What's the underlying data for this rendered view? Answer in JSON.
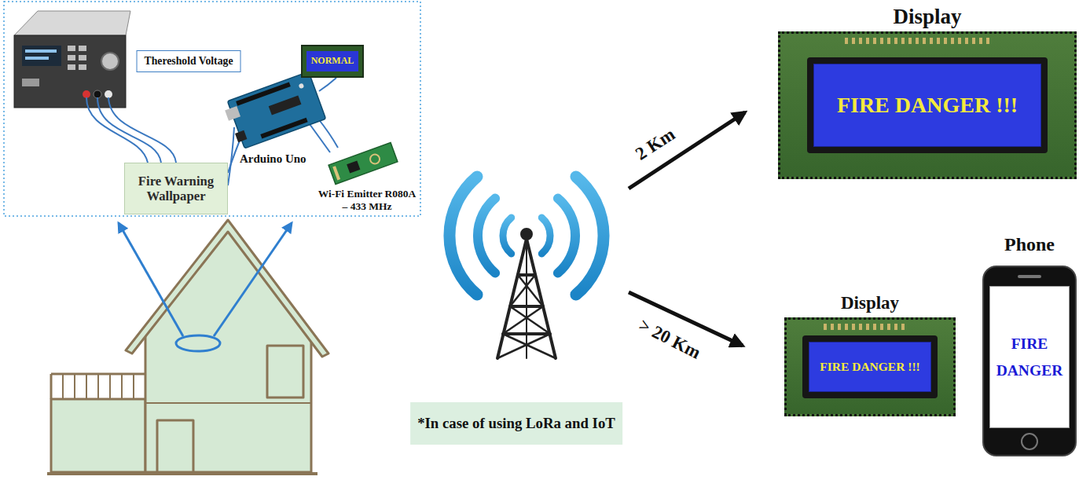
{
  "diagram": {
    "nodes": [
      {
        "text": [
          "Thereshold Voltage"
        ]
      },
      {
        "text": [
          "NORMAL"
        ]
      },
      {
        "text": [
          "Fire Warning Wallpaper"
        ]
      },
      {
        "text": [
          "*In case of using LoRa and IoT"
        ]
      },
      {
        "text": [
          "Display",
          "FIRE DANGER !!!"
        ]
      },
      {
        "text": [
          "Display",
          "FIRE DANGER !!!"
        ]
      },
      {
        "text": [
          "Phone",
          "FIRE DANGER"
        ]
      }
    ],
    "labels": [
      "Arduino Uno",
      "Wi-Fi Emitter R080A – 433 MHz",
      "2 Km",
      "> 20 Km"
    ]
  }
}
